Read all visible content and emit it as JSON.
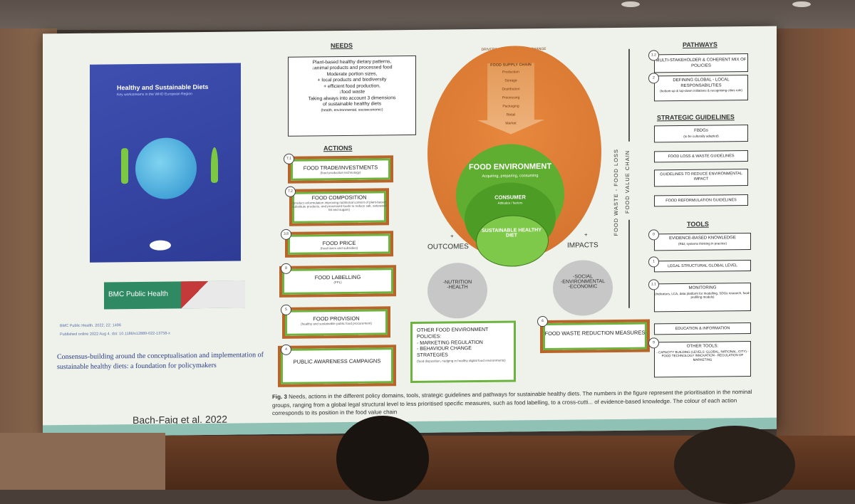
{
  "book": {
    "title": "Healthy and Sustainable Diets",
    "subtitle": "Key workstreams in the WHO European Region"
  },
  "bmc": {
    "label": "BMC Public Health",
    "logo": "BMC"
  },
  "refs": {
    "journal": "BMC Public Health. 2022; 22: 1496",
    "published": "Published online 2022 Aug 4. doi: 10.1186/s12889-022-13758-x"
  },
  "citation": "Consensus-building around the conceptualisation and implementation of sustainable healthy diets: a foundation for policymakers",
  "author": "Bach-Faig et al. 2022",
  "needs": {
    "header": "NEEDS",
    "lines": [
      "Plant-based healthy dietary patterns,",
      "↓animal products and processed food",
      "Moderate portion sizes,",
      "+ local products and biodiversity",
      "+ efficient food production,",
      "↓food waste",
      "Taking always into account 3 dimensions",
      "of sustainable healthy diets",
      "(health, environmental, socioeconomic)"
    ]
  },
  "actions": {
    "header": "ACTIONS",
    "items": [
      {
        "num": "7.1",
        "title": "FOOD TRADE/INVESTMENTS",
        "sub": "(food production technology)"
      },
      {
        "num": "7.2",
        "title": "FOOD COMPOSITION",
        "sub": "(product reformulation improving nutritional content of plant-based substitute products, and processed foods to reduce salt, saturated fat and sugars)"
      },
      {
        "num": "3.8",
        "title": "FOOD PRICE",
        "sub": "(food taxes and subsidies)"
      },
      {
        "num": "8",
        "title": "FOOD LABELLING",
        "sub": "(FPL)"
      },
      {
        "num": "5",
        "title": "FOOD PROVISION",
        "sub": "(healthy and sustainable public food procurement)"
      },
      {
        "num": "4",
        "title": "PUBLIC AWARENESS CAMPAIGNS",
        "sub": ""
      }
    ]
  },
  "center": {
    "drivers": "DRIVERS OF FOOD SYSTEM CHANGE",
    "supply_chain": "FOOD SUPPLY CHAIN",
    "chain_steps": [
      "Production",
      "Storage",
      "Distribution",
      "Processing",
      "Packaging",
      "Retail",
      "Market"
    ],
    "environment": "FOOD ENVIRONMENT",
    "environment_sub": "Acquiring, preparing, consuming",
    "consumer": "CONSUMER",
    "consumer_sub": "Attitudes / factors",
    "diet": "SUSTAINABLE HEALTHY DIET",
    "outcomes": "OUTCOMES",
    "impacts": "IMPACTS",
    "plus": "+",
    "outcomes_circle": [
      "-NUTRITION",
      "-HEALTH"
    ],
    "impacts_circle": [
      "-SOCIAL",
      "-ENVIRONMENTAL",
      "-ECONOMIC"
    ]
  },
  "other_policies": {
    "lines": [
      "OTHER FOOD ENVIRONMENT",
      "POLICIES:",
      "- MARKETING REGULATION",
      "- BEHAVIOUR CHANGE",
      "STRATEGIES"
    ],
    "sub": "(food disposition, nudging in healthy digital food environments)"
  },
  "waste": {
    "num": "6",
    "title": "FOOD WASTE REDUCTION MEASURES"
  },
  "side_labels": {
    "left": "FOOD WASTE - FOOD LOSS",
    "right": "FOOD VALUE CHAIN"
  },
  "pathways": {
    "header": "PATHWAYS",
    "items": [
      {
        "num": "1.2",
        "text": "MULTI-STAKEHOLDER & COHERENT MIX OF POLICIES"
      },
      {
        "num": "2",
        "text": "DEFINING GLOBAL - LOCAL RESPONSABILITIES",
        "sub": "(bottom-up & top-down initiatives & recognising cities role)"
      }
    ]
  },
  "guidelines": {
    "header": "STRATEGIC GUIDELINES",
    "items": [
      {
        "text": "FBDGs",
        "sub": "(to be culturally adapted)"
      },
      {
        "text": "FOOD LOSS & WASTE GUIDELINES"
      },
      {
        "text": "GUIDELINES TO REDUCE ENVIRONMENTAL IMPACT"
      },
      {
        "text": "FOOD REFORMULATION GUIDELINES"
      }
    ]
  },
  "tools": {
    "header": "TOOLS",
    "items": [
      {
        "num": "0",
        "text": "EVIDENCE-BASED KNOWLEDGE",
        "sub": "(R&I; systems thinking in practice)"
      },
      {
        "num": "1",
        "text": "LEGAL STRUCTURAL GLOBAL LEVEL"
      },
      {
        "num": "1.1",
        "text": "MONITORING",
        "sub": "(indicators, LCA, data platform for modelling, SDGs research, food-profiling models)"
      },
      {
        "text": "EDUCATION & INFORMATION"
      },
      {
        "num": "9",
        "text": "OTHER TOOLS:",
        "sub": "- CAPACITY BUILDING (LEVELS: GLOBAL, NATIONAL, CITY) - FOOD TECHNOLOGY INNOVATION - REGULATION OF MARKETING"
      }
    ]
  },
  "caption": {
    "label": "Fig. 3",
    "text": "Needs, actions in the different policy domains, tools, strategic guidelines and pathways for sustainable healthy diets. The numbers in the figure represent the prioritisation in the nominal groups, ranging from a global legal structural level to less prioritised specific measures, such as food labelling, to a cross-cutti... of evidence-based knowledge. The colour of each action corresponds to its position in the food value chain"
  }
}
